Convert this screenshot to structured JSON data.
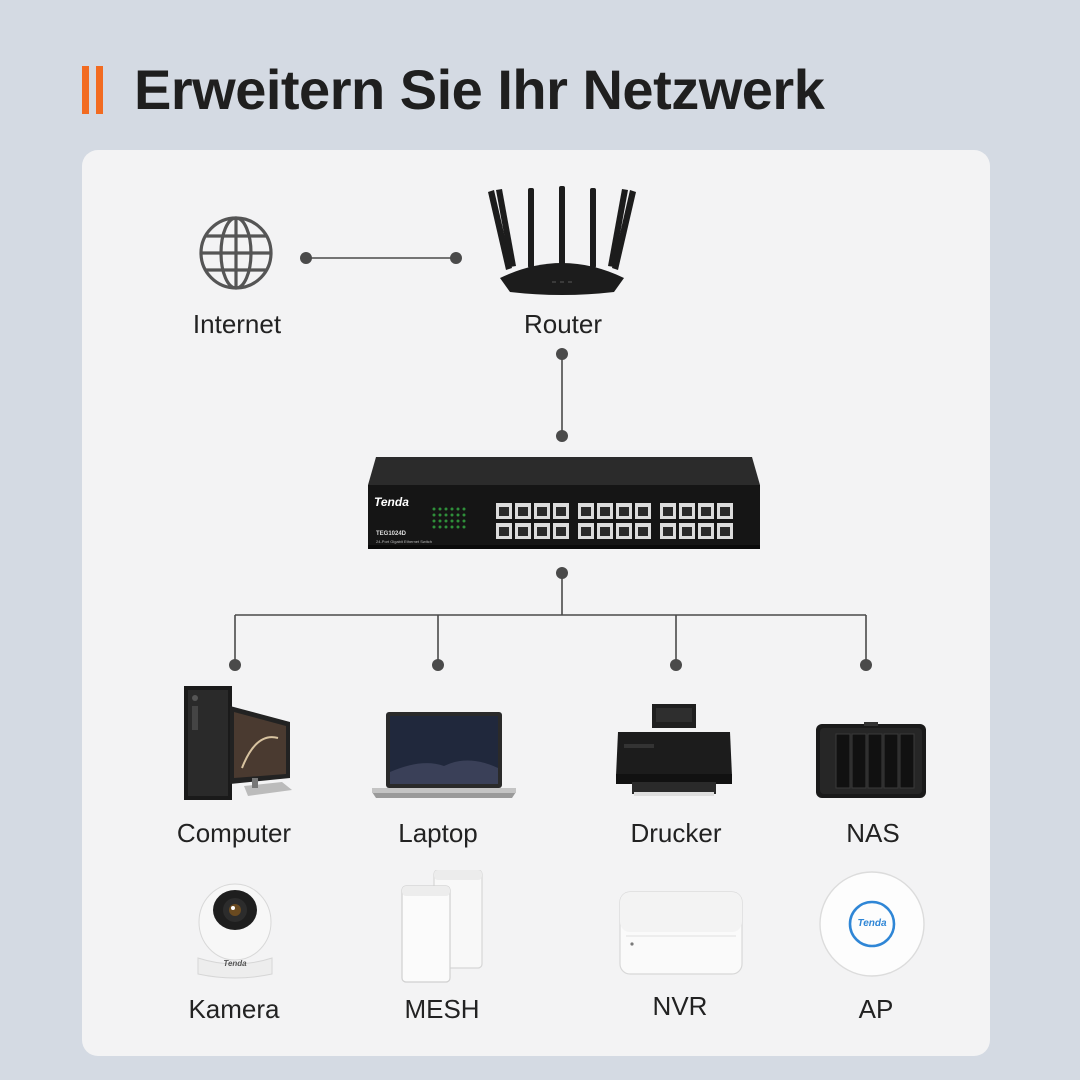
{
  "header": {
    "title": "Erweitern Sie Ihr Netzwerk",
    "accent_color": "#f26b21"
  },
  "colors": {
    "background": "#d4dae3",
    "card": "#f3f3f4",
    "line": "#4a4a4a"
  },
  "nodes": {
    "internet": "Internet",
    "router": "Router",
    "computer": "Computer",
    "laptop": "Laptop",
    "drucker": "Drucker",
    "nas": "NAS",
    "kamera": "Kamera",
    "mesh": "MESH",
    "nvr": "NVR",
    "ap": "AP"
  },
  "switch": {
    "brand": "Tenda",
    "model": "TEG1024D",
    "subtitle": "24-Port Gigabit Ethernet Switch"
  },
  "brand_marks": {
    "camera": "Tenda",
    "ap": "Tenda"
  }
}
